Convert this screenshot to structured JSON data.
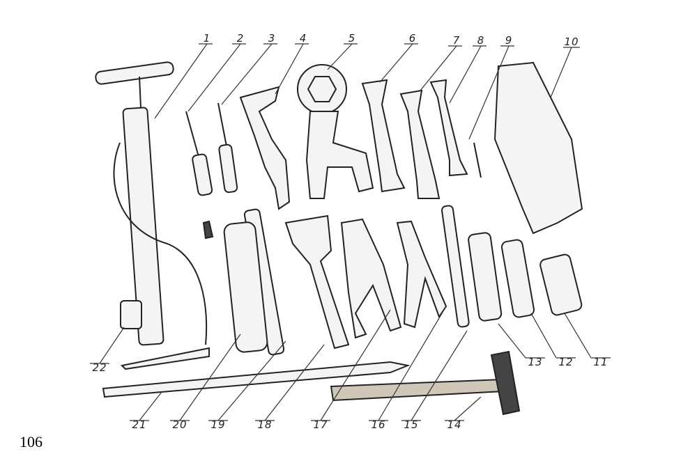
{
  "figure": {
    "callouts": [
      "1",
      "2",
      "3",
      "4",
      "5",
      "6",
      "7",
      "8",
      "9",
      "10",
      "11",
      "12",
      "13",
      "14",
      "15",
      "16",
      "17",
      "18",
      "19",
      "20",
      "21",
      "22"
    ]
  },
  "page_number": "106"
}
